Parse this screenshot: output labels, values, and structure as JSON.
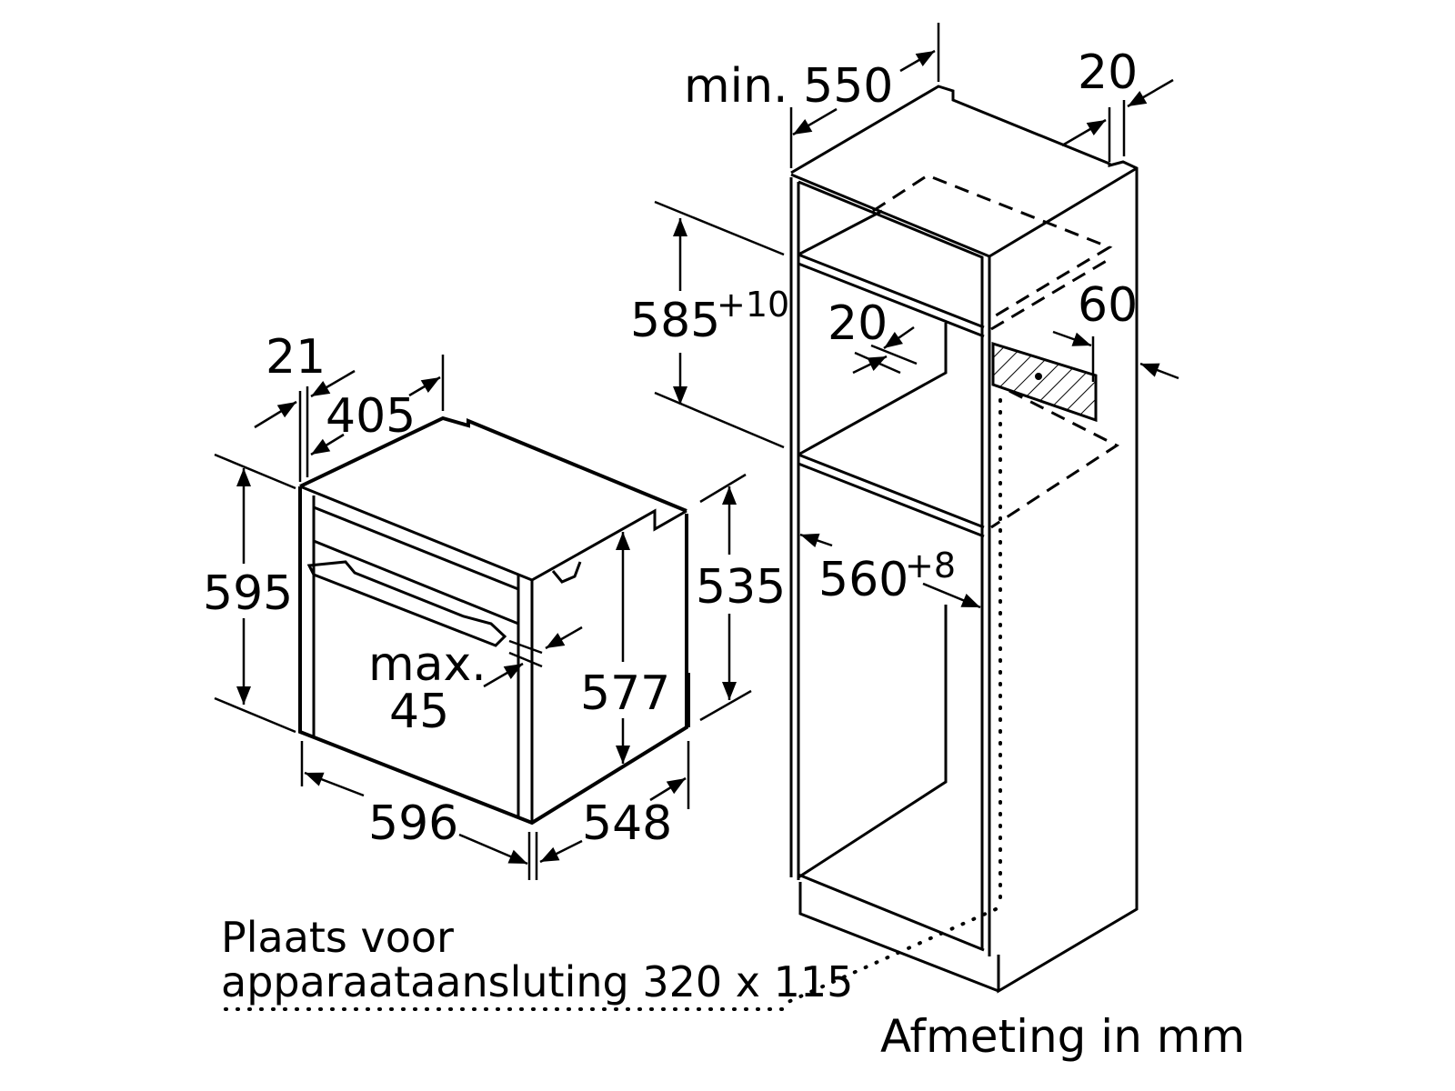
{
  "diagram": {
    "oven_labels": {
      "depth_front": "21",
      "depth_body": "405",
      "height_total": "595",
      "height_body": "535",
      "height_inner": "577",
      "max_label": "max.",
      "max_value": "45",
      "width": "596",
      "depth": "548"
    },
    "cabinet_labels": {
      "min_depth": "min. 550",
      "back_gap": "20",
      "niche_height": "585",
      "niche_height_tol": "+10",
      "shelf_gap": "20",
      "vent_depth": "60",
      "niche_width": "560",
      "niche_width_tol": "+8"
    },
    "notes": {
      "line1": "Plaats voor",
      "line2": "apparaataansluting 320 x 115",
      "units": "Afmeting in mm"
    }
  }
}
